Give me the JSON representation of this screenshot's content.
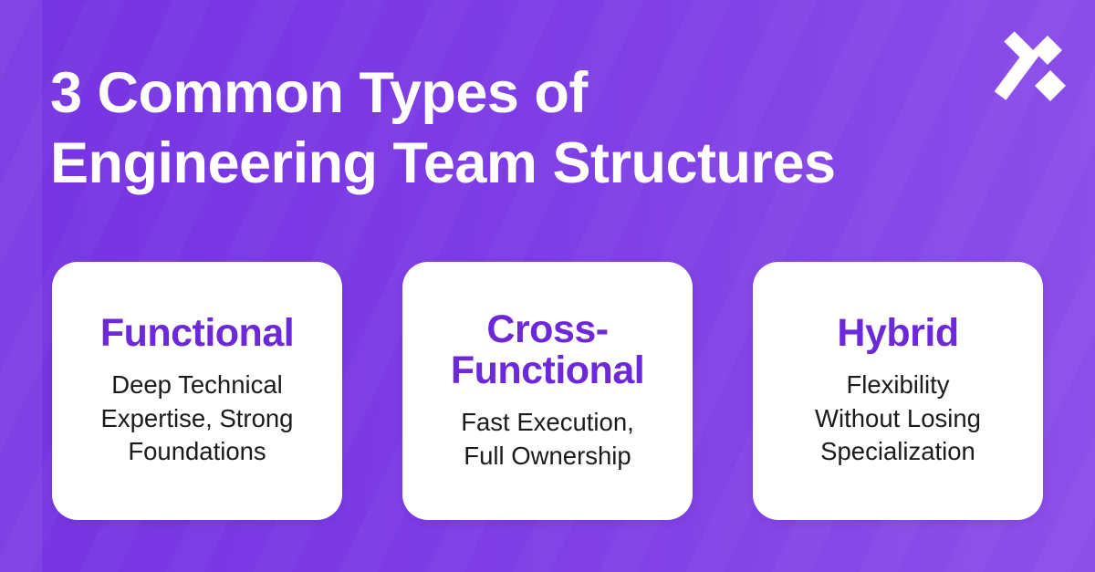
{
  "page": {
    "title": "3 Common Types of\nEngineering Team Structures"
  },
  "logo": {
    "name": "x-brand-mark"
  },
  "cards": [
    {
      "heading": "Functional",
      "body": "Deep Technical\nExpertise, Strong\nFoundations"
    },
    {
      "heading": "Cross-\nFunctional",
      "body": "Fast Execution,\nFull Ownership"
    },
    {
      "heading": "Hybrid",
      "body": "Flexibility\nWithout Losing\nSpecialization"
    }
  ],
  "colors": {
    "background_gradient_start": "#7634e2",
    "background_gradient_end": "#8c50e9",
    "card_background": "#ffffff",
    "card_heading": "#6c28d9",
    "card_body_text": "#1b1b1e",
    "title_text": "#ffffff",
    "logo": "#ffffff"
  }
}
